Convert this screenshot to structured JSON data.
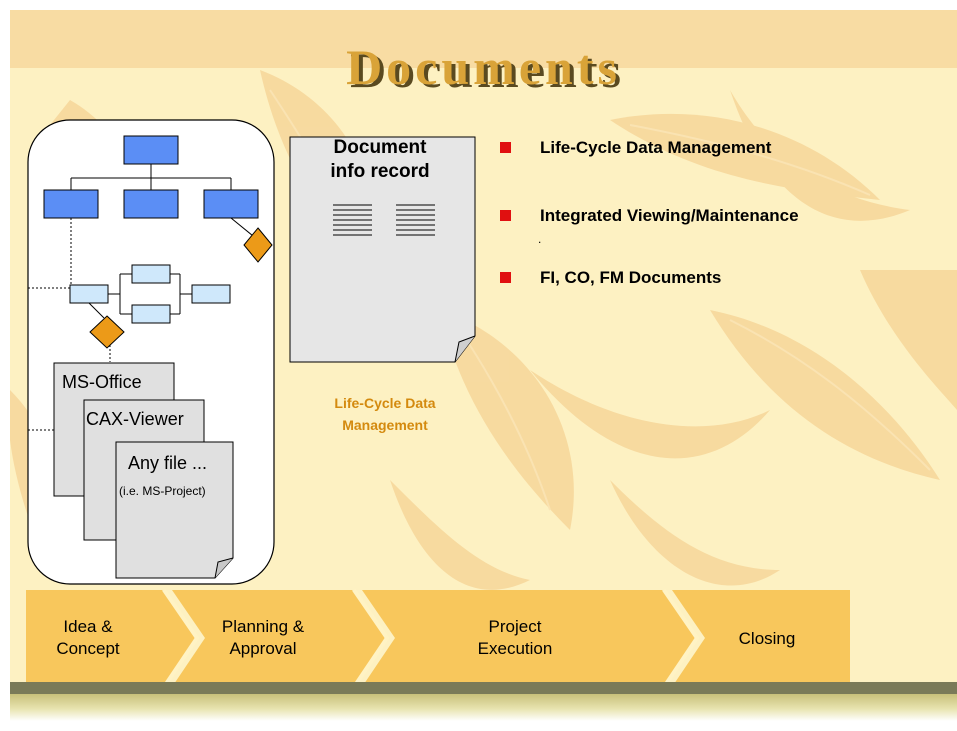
{
  "slide": {
    "title": "Documents"
  },
  "document_record": {
    "title_line1": "Document",
    "title_line2": "info record"
  },
  "file_stack": {
    "sheet1": "MS-Office",
    "sheet2": "CAX-Viewer",
    "sheet3": "Any file ...",
    "sheet3_sub": "(i.e. MS-Project)"
  },
  "caption": {
    "line1": "Life-Cycle Data",
    "line2": "Management"
  },
  "bullets": [
    {
      "text": "Life-Cycle Data Management"
    },
    {
      "text": "Integrated Viewing/Maintenance"
    },
    {
      "text": "FI, CO, FM  Documents"
    }
  ],
  "stray_mark": ".",
  "phases": [
    {
      "line1": "Idea &",
      "line2": "Concept"
    },
    {
      "line1": "Planning &",
      "line2": "Approval"
    },
    {
      "line1": "Project",
      "line2": "Execution"
    },
    {
      "line1": "Closing"
    }
  ],
  "colors": {
    "background": "#fdf1c2",
    "leaf": "#f6d69a",
    "title": "#d9a338",
    "process_bar": "#f8c75c",
    "bullet": "#e01010",
    "box_blue": "#5b8ef5",
    "box_light": "#cfe8fb",
    "diamond": "#ec9a18",
    "caption": "#d48a0f"
  }
}
